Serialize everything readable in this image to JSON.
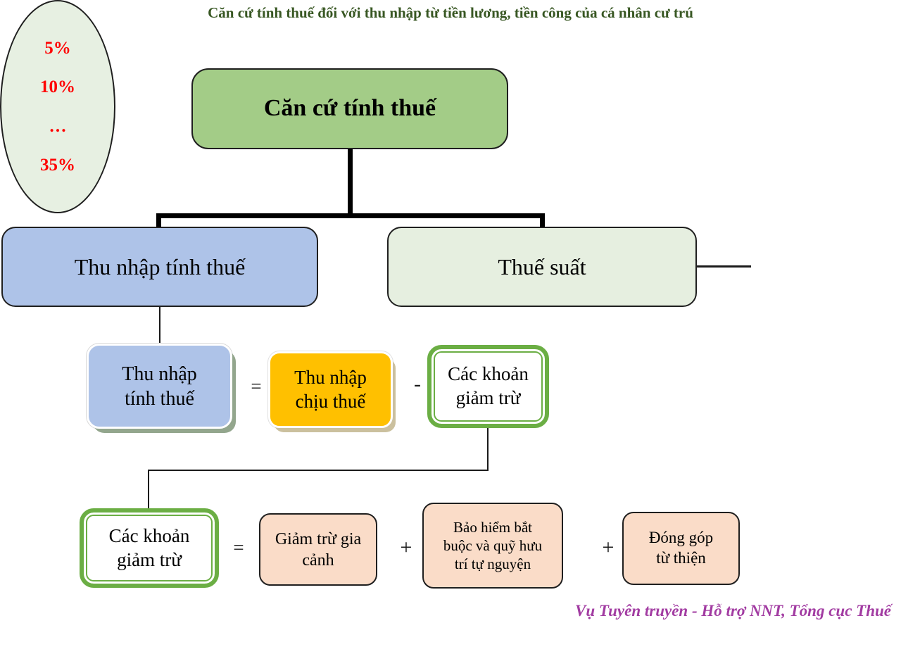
{
  "page": {
    "title": "Căn cứ tính thuế đối với thu nhập từ tiền lương, tiền công của cá nhân cư trú",
    "credit": "Vụ Tuyên truyền - Hỗ trợ NNT, Tổng cục Thuế"
  },
  "diagram": {
    "root": {
      "label": "Căn cứ tính thuế"
    },
    "branches": {
      "taxable_income": {
        "label": "Thu nhập tính thuế"
      },
      "tax_rate": {
        "label": "Thuế suất"
      }
    },
    "tax_rates": [
      "5%",
      "10%",
      "…",
      "35%"
    ],
    "equation1": {
      "result": "Thu nhập\ntính thuế",
      "equals": "=",
      "operand1": "Thu nhập\nchịu thuế",
      "minus": "-",
      "operand2": "Các khoản\ngiảm trừ"
    },
    "equation2": {
      "result": "Các khoản\ngiảm trừ",
      "equals": "=",
      "operand1": "Giảm trừ gia\ncảnh",
      "plus": "+",
      "operand2": "Bảo hiểm bắt\nbuộc và quỹ hưu\ntrí tự nguyện",
      "operand3": "Đóng góp\ntừ thiện"
    }
  },
  "colors": {
    "title_text": "#385723",
    "root_fill": "#A3CC87",
    "blue_fill": "#AEC3E8",
    "pale_green_fill": "#E6EFE0",
    "orange_fill": "#FFC000",
    "peach_fill": "#FADCC8",
    "green_border": "#6BAE44",
    "rate_text": "#FF0000",
    "credit_text": "#A23CA2"
  }
}
